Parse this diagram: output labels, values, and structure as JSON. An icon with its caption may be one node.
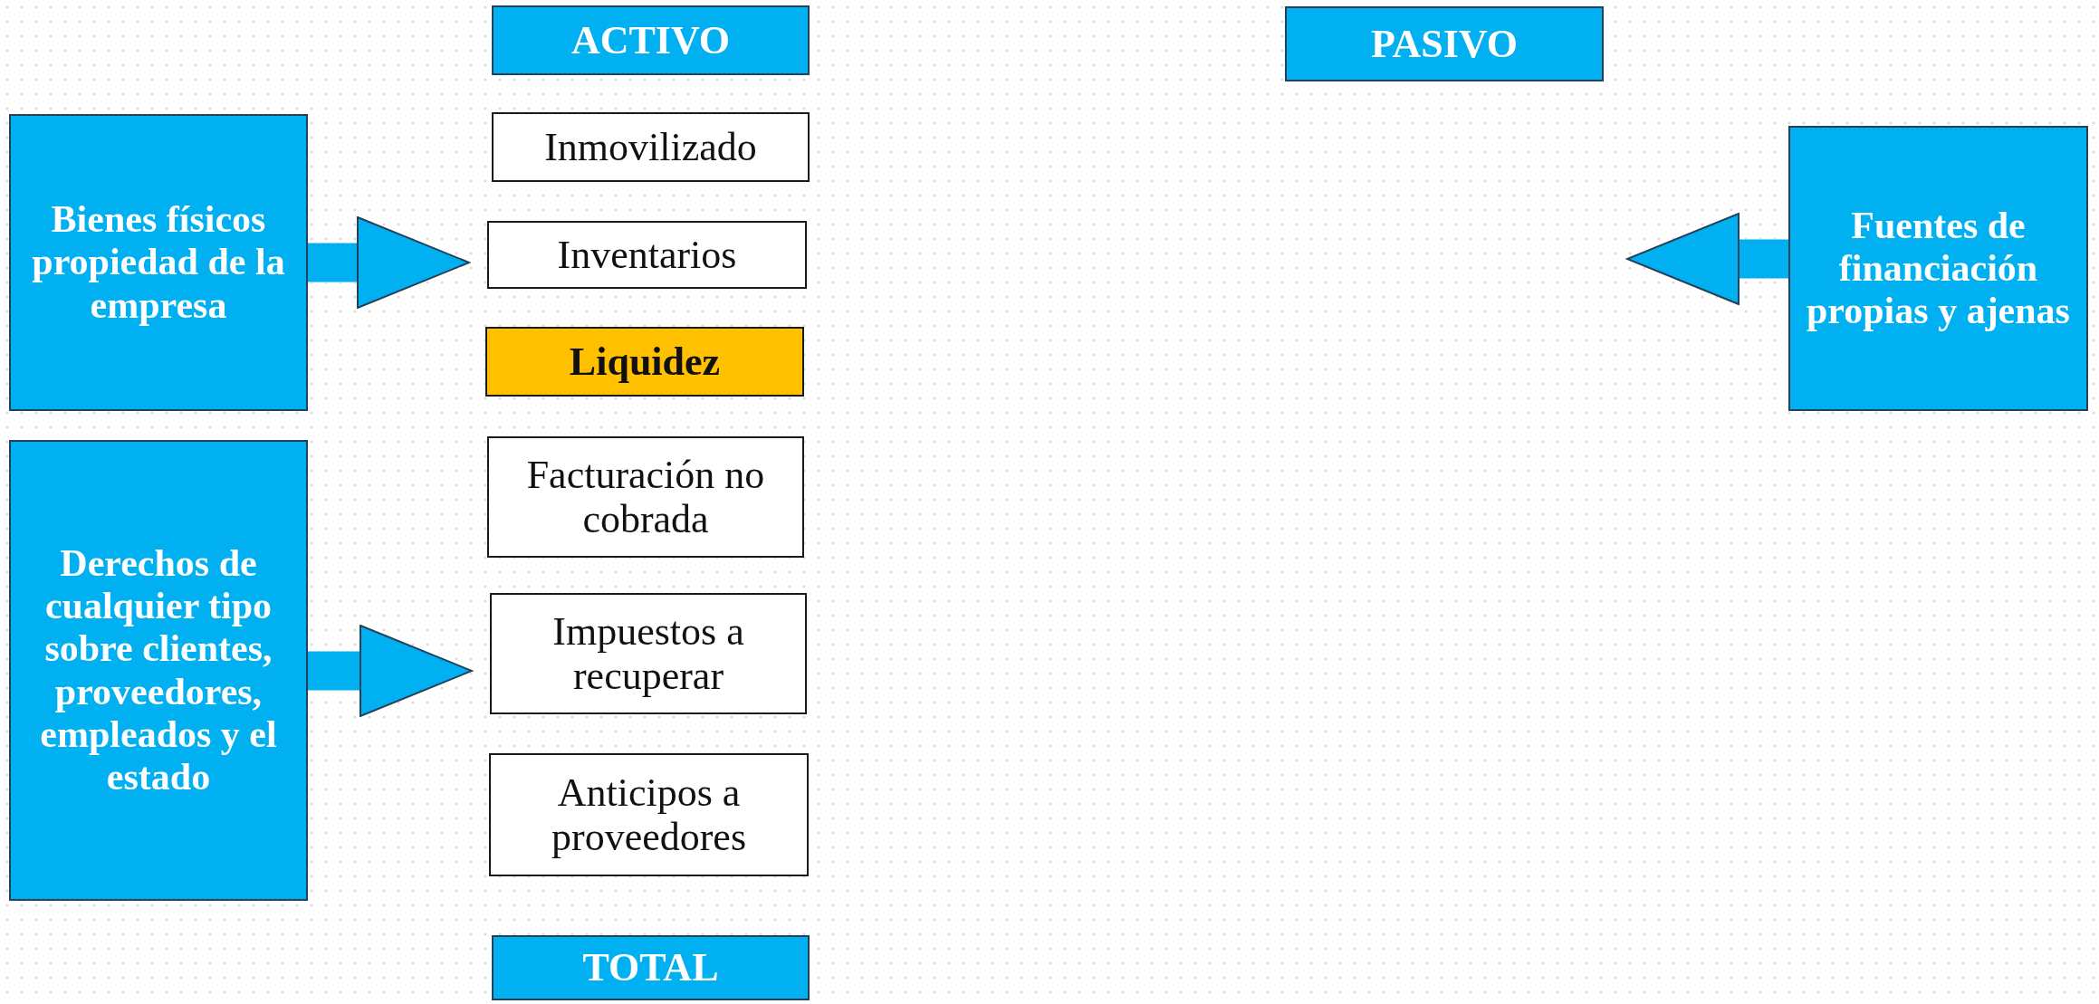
{
  "diagram": {
    "nodes": [
      {
        "text": [
          "ACTIVO"
        ]
      },
      {
        "text": [
          "PASIVO"
        ]
      },
      {
        "text": [
          "Bienes físicos propiedad de la empresa"
        ]
      },
      {
        "text": [
          "Inmovilizado"
        ]
      },
      {
        "text": [
          "Inventarios"
        ]
      },
      {
        "text": [
          "Liquidez"
        ]
      },
      {
        "text": [
          "Fuentes de financiación propias y ajenas"
        ]
      },
      {
        "text": [
          "Derechos de cualquier tipo sobre clientes, proveedores, empleados y el estado"
        ]
      },
      {
        "text": [
          "Facturación no cobrada"
        ]
      },
      {
        "text": [
          "Impuestos a recuperar"
        ]
      },
      {
        "text": [
          "Anticipos a proveedores"
        ]
      },
      {
        "text": [
          "TOTAL"
        ]
      }
    ],
    "edges": [
      {
        "from": 2,
        "to": 4,
        "arrow": "to"
      },
      {
        "from": 7,
        "to": 9,
        "arrow": "to"
      },
      {
        "from": 6,
        "to": null,
        "arrow": "to"
      }
    ]
  }
}
